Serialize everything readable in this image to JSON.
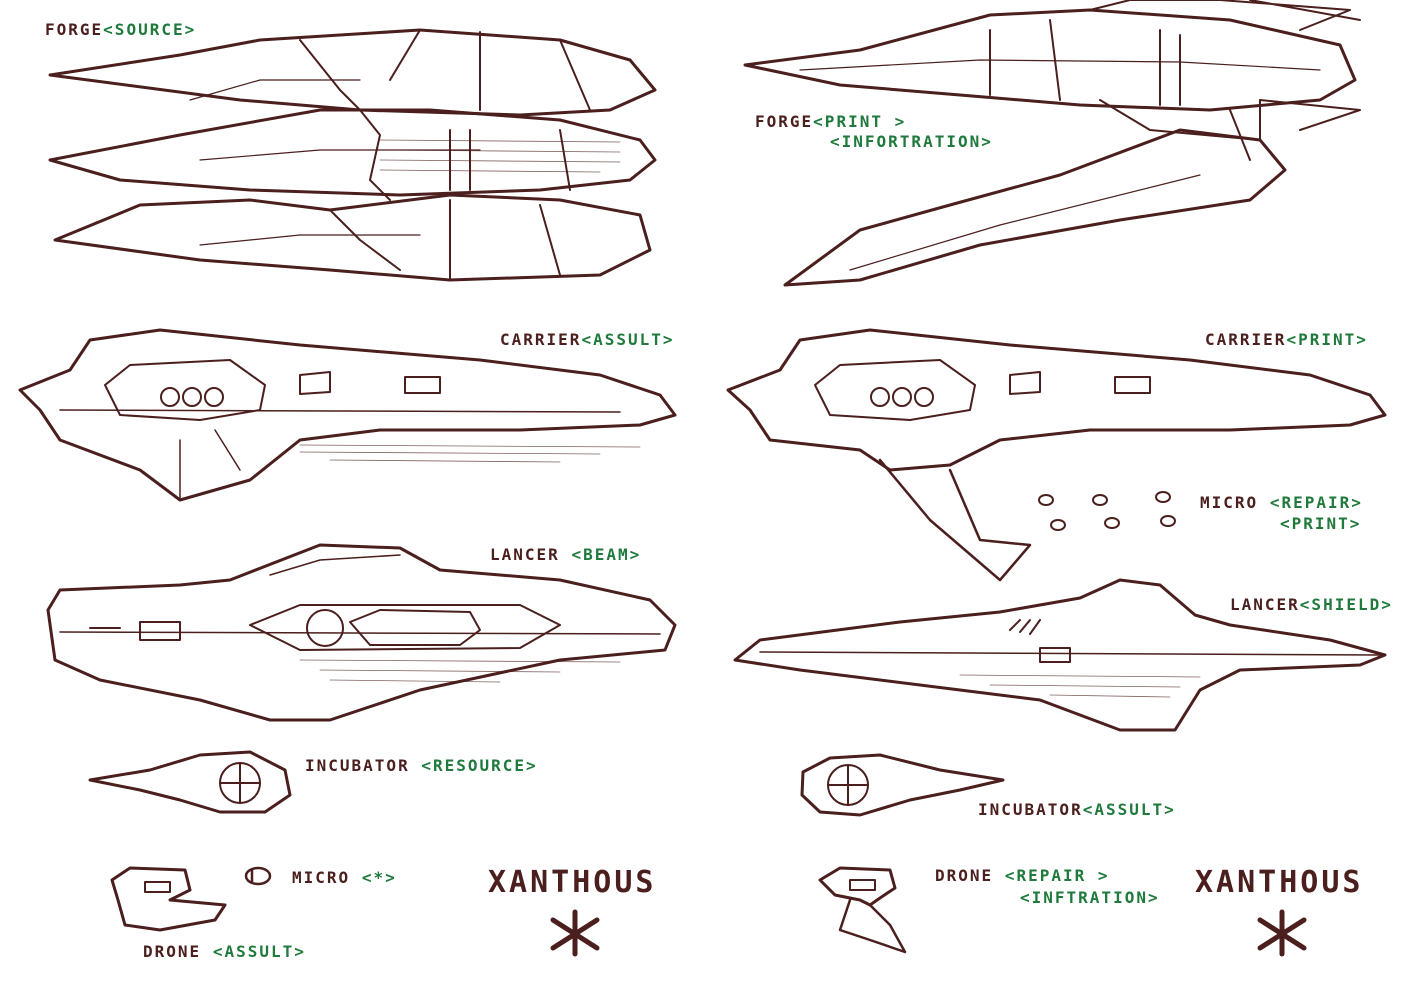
{
  "colors": {
    "ink": "#4a1f1d",
    "tag": "#1f7a3c",
    "paper": "#ffffff"
  },
  "brand": "XANTHOUS",
  "left": {
    "forge": {
      "name": "FORGE",
      "tag": "<SOURCE>"
    },
    "carrier": {
      "name": "CARRIER",
      "tag": "<ASSULT>"
    },
    "lancer": {
      "name": "LANCER",
      "tag": "<BEAM>"
    },
    "incubator": {
      "name": "INCUBATOR",
      "tag": "<RESOURCE>"
    },
    "micro": {
      "name": "MICRO",
      "tag": "<*>"
    },
    "drone": {
      "name": "DRONE",
      "tag": "<ASSULT>"
    }
  },
  "right": {
    "forge": {
      "name": "FORGE",
      "tag": "<PRINT >",
      "tag2": "<INFORTRATION>"
    },
    "carrier": {
      "name": "CARRIER",
      "tag": "<PRINT>"
    },
    "micro": {
      "name": "MICRO",
      "tag": "<REPAIR>",
      "tag2": "<PRINT>"
    },
    "lancer": {
      "name": "LANCER",
      "tag": "<SHIELD>"
    },
    "incubator": {
      "name": "INCUBATOR",
      "tag": "<ASSULT>"
    },
    "drone": {
      "name": "DRONE",
      "tag": "<REPAIR >",
      "tag2": "<INFTRATION>"
    }
  }
}
